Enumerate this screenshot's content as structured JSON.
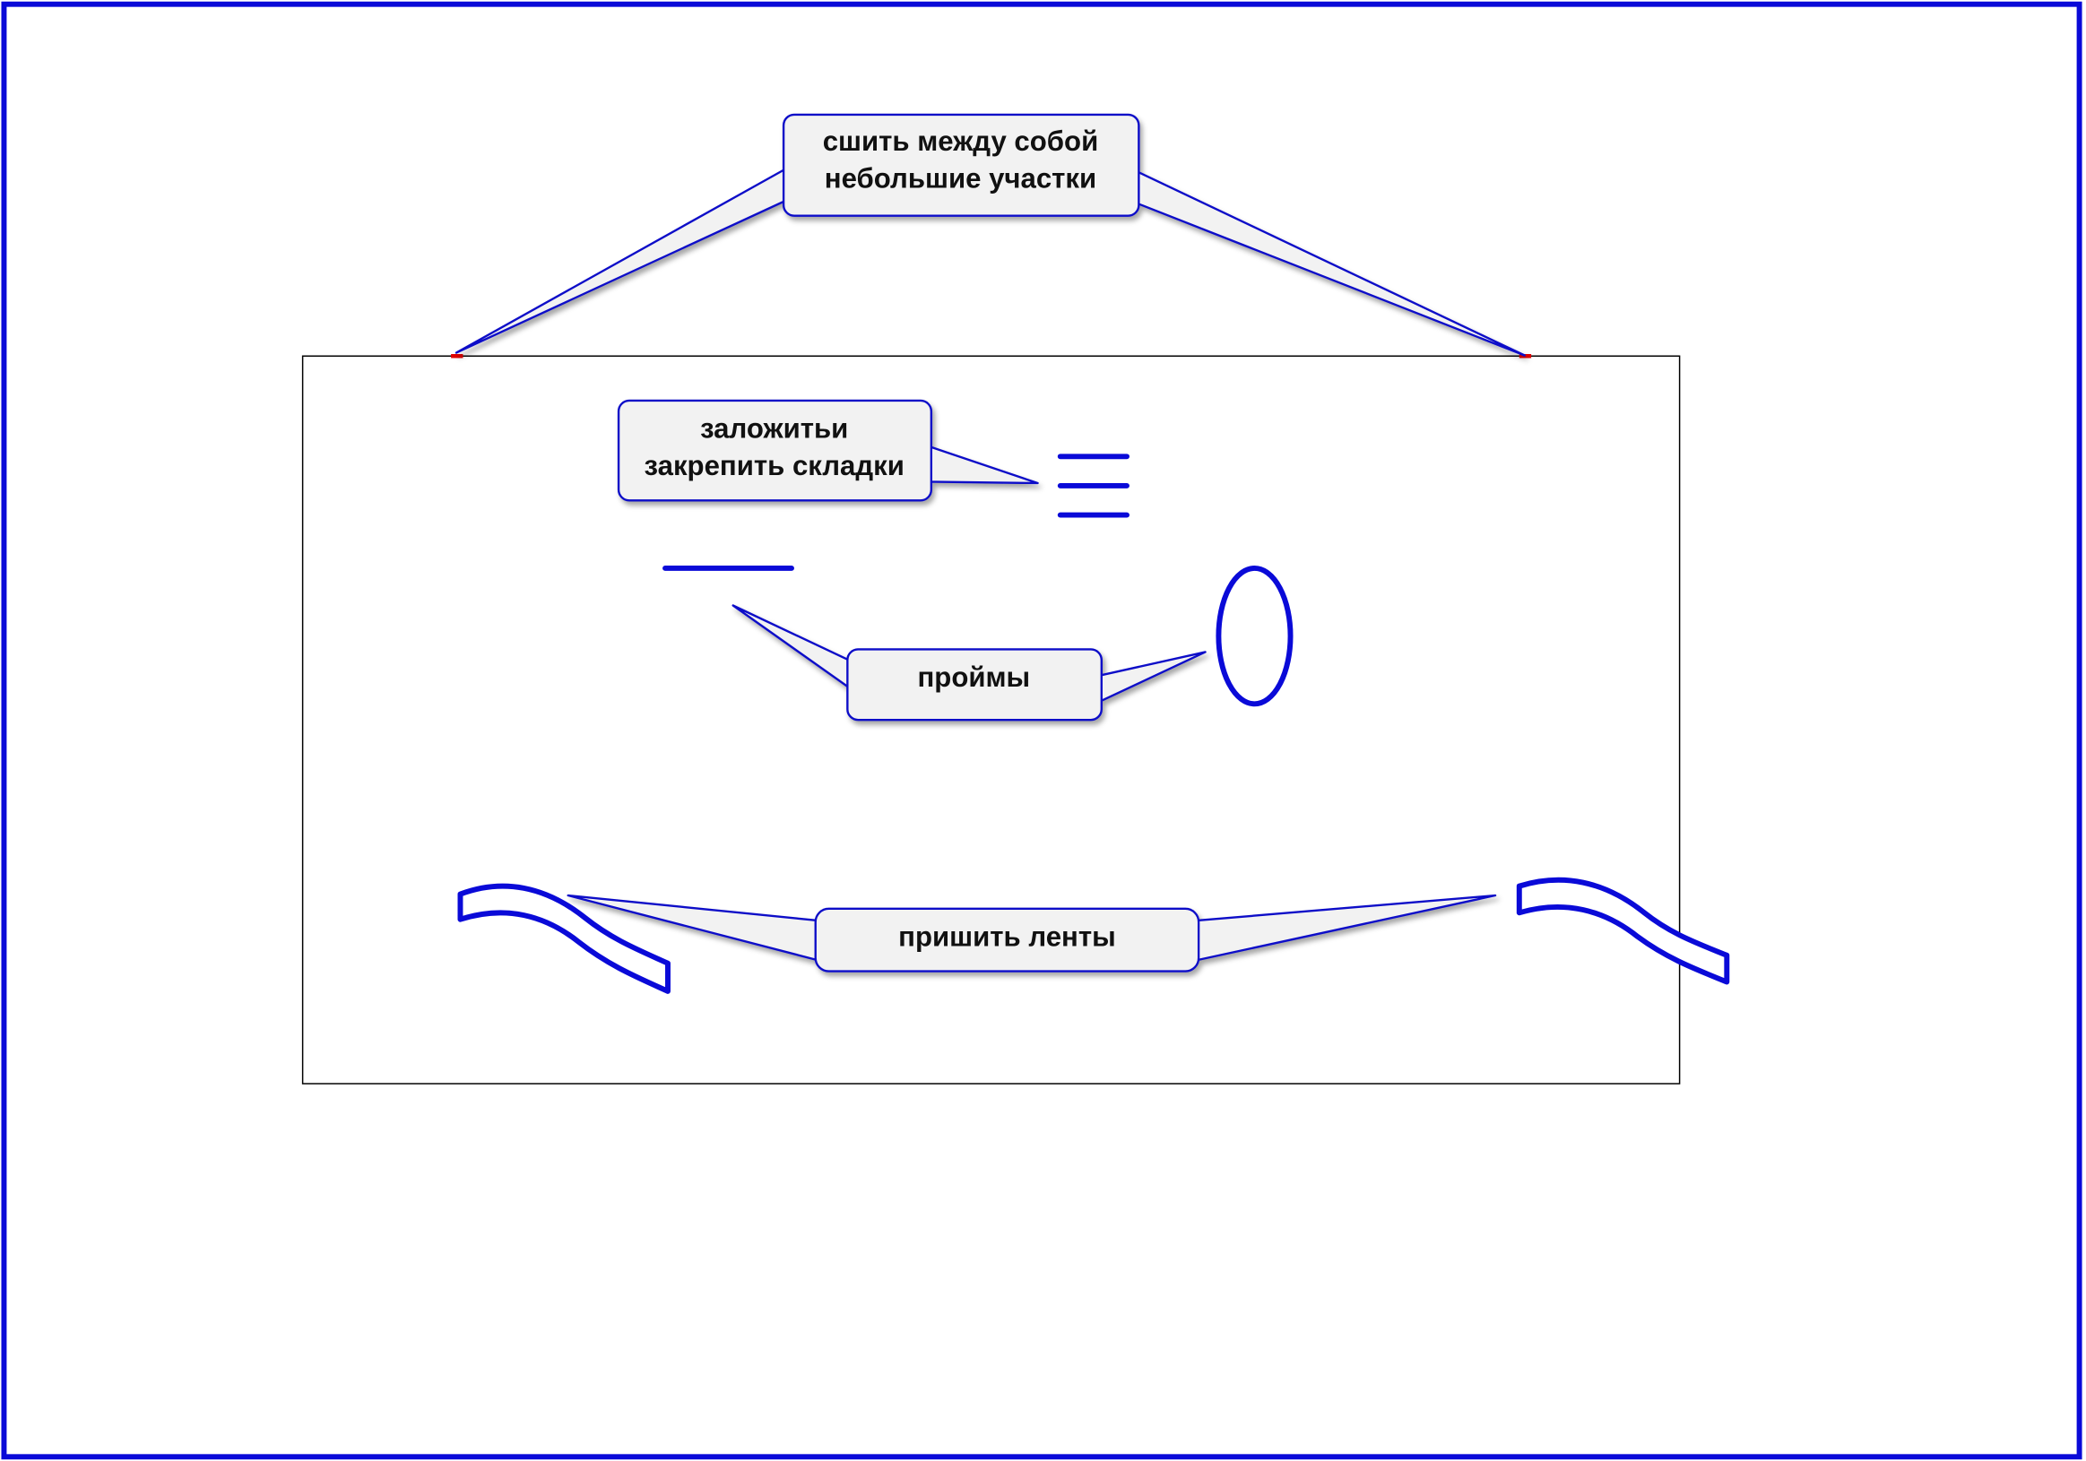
{
  "colors": {
    "accent": "#0a0ad8",
    "callout_fill": "#f2f2f2",
    "marker": "#e00000",
    "outline": "#000000"
  },
  "callouts": {
    "sew_sections": {
      "line1": "сшить между собой",
      "line2": "небольшие участки"
    },
    "fold_pleats": {
      "line1": "заложитьи",
      "line2": "закрепить складки"
    },
    "armholes": {
      "text": "проймы"
    },
    "sew_ribbons": {
      "text": "пришить ленты"
    }
  }
}
